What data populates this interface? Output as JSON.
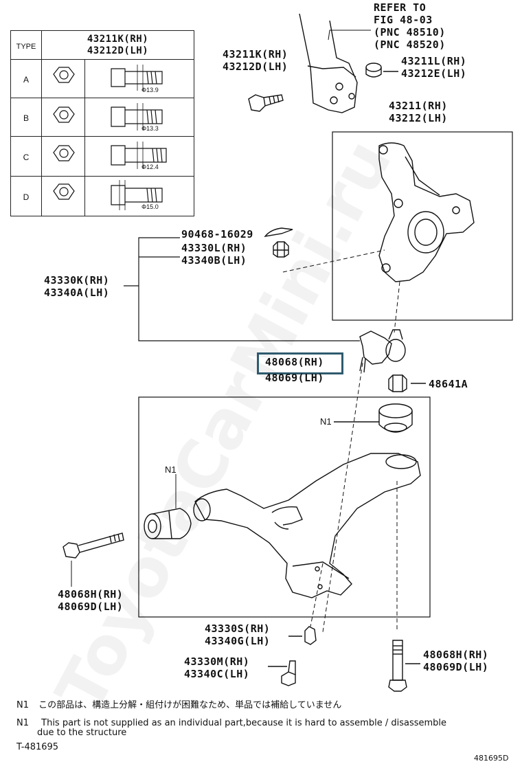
{
  "watermark": "ToyotaCarMini.ru",
  "type_table": {
    "header_label": "TYPE",
    "header_parts": [
      "43211K(RH)",
      "43212D(LH)"
    ],
    "rows": [
      {
        "type": "A",
        "dim": "Φ13.9"
      },
      {
        "type": "B",
        "dim": "Φ13.3"
      },
      {
        "type": "C",
        "dim": "Φ12.4"
      },
      {
        "type": "D",
        "dim": "Φ15.0"
      }
    ]
  },
  "labels": {
    "refer": [
      "REFER TO",
      "FIG 48-03",
      "(PNC 48510)",
      "(PNC 48520)"
    ],
    "bolt_top": [
      "43211K(RH)",
      "43212D(LH)"
    ],
    "nut_top": [
      "43211L(RH)",
      "43212E(LH)"
    ],
    "knuckle": [
      "43211(RH)",
      "43212(LH)"
    ],
    "cotter": "90468-16029",
    "castle_nut": [
      "43330L(RH)",
      "43340B(LH)"
    ],
    "ball_joint": [
      "43330K(RH)",
      "43340A(LH)"
    ],
    "arm_highlighted": "48068(RH)",
    "arm_lh": "48069(LH)",
    "nut_48641A": "48641A",
    "n1_right": "N1",
    "n1_left": "N1",
    "bolt_left": [
      "48068H(RH)",
      "48069D(LH)"
    ],
    "nut_bottom": [
      "43330S(RH)",
      "43340G(LH)"
    ],
    "bolt_bottom": [
      "43330M(RH)",
      "43340C(LH)"
    ],
    "bolt_right": [
      "48068H(RH)",
      "48069D(LH)"
    ]
  },
  "notes": {
    "jp_prefix": "N1",
    "jp_text": "この部品は、構造上分解・組付けが困難なため、単品では補給していません",
    "en_prefix": "N1",
    "en_line1": "This part is not supplied as an individual part,because it is hard to assemble / disassemble",
    "en_line2": "due to the structure"
  },
  "footer": {
    "left_code": "T-481695",
    "right_code": "481695D"
  }
}
